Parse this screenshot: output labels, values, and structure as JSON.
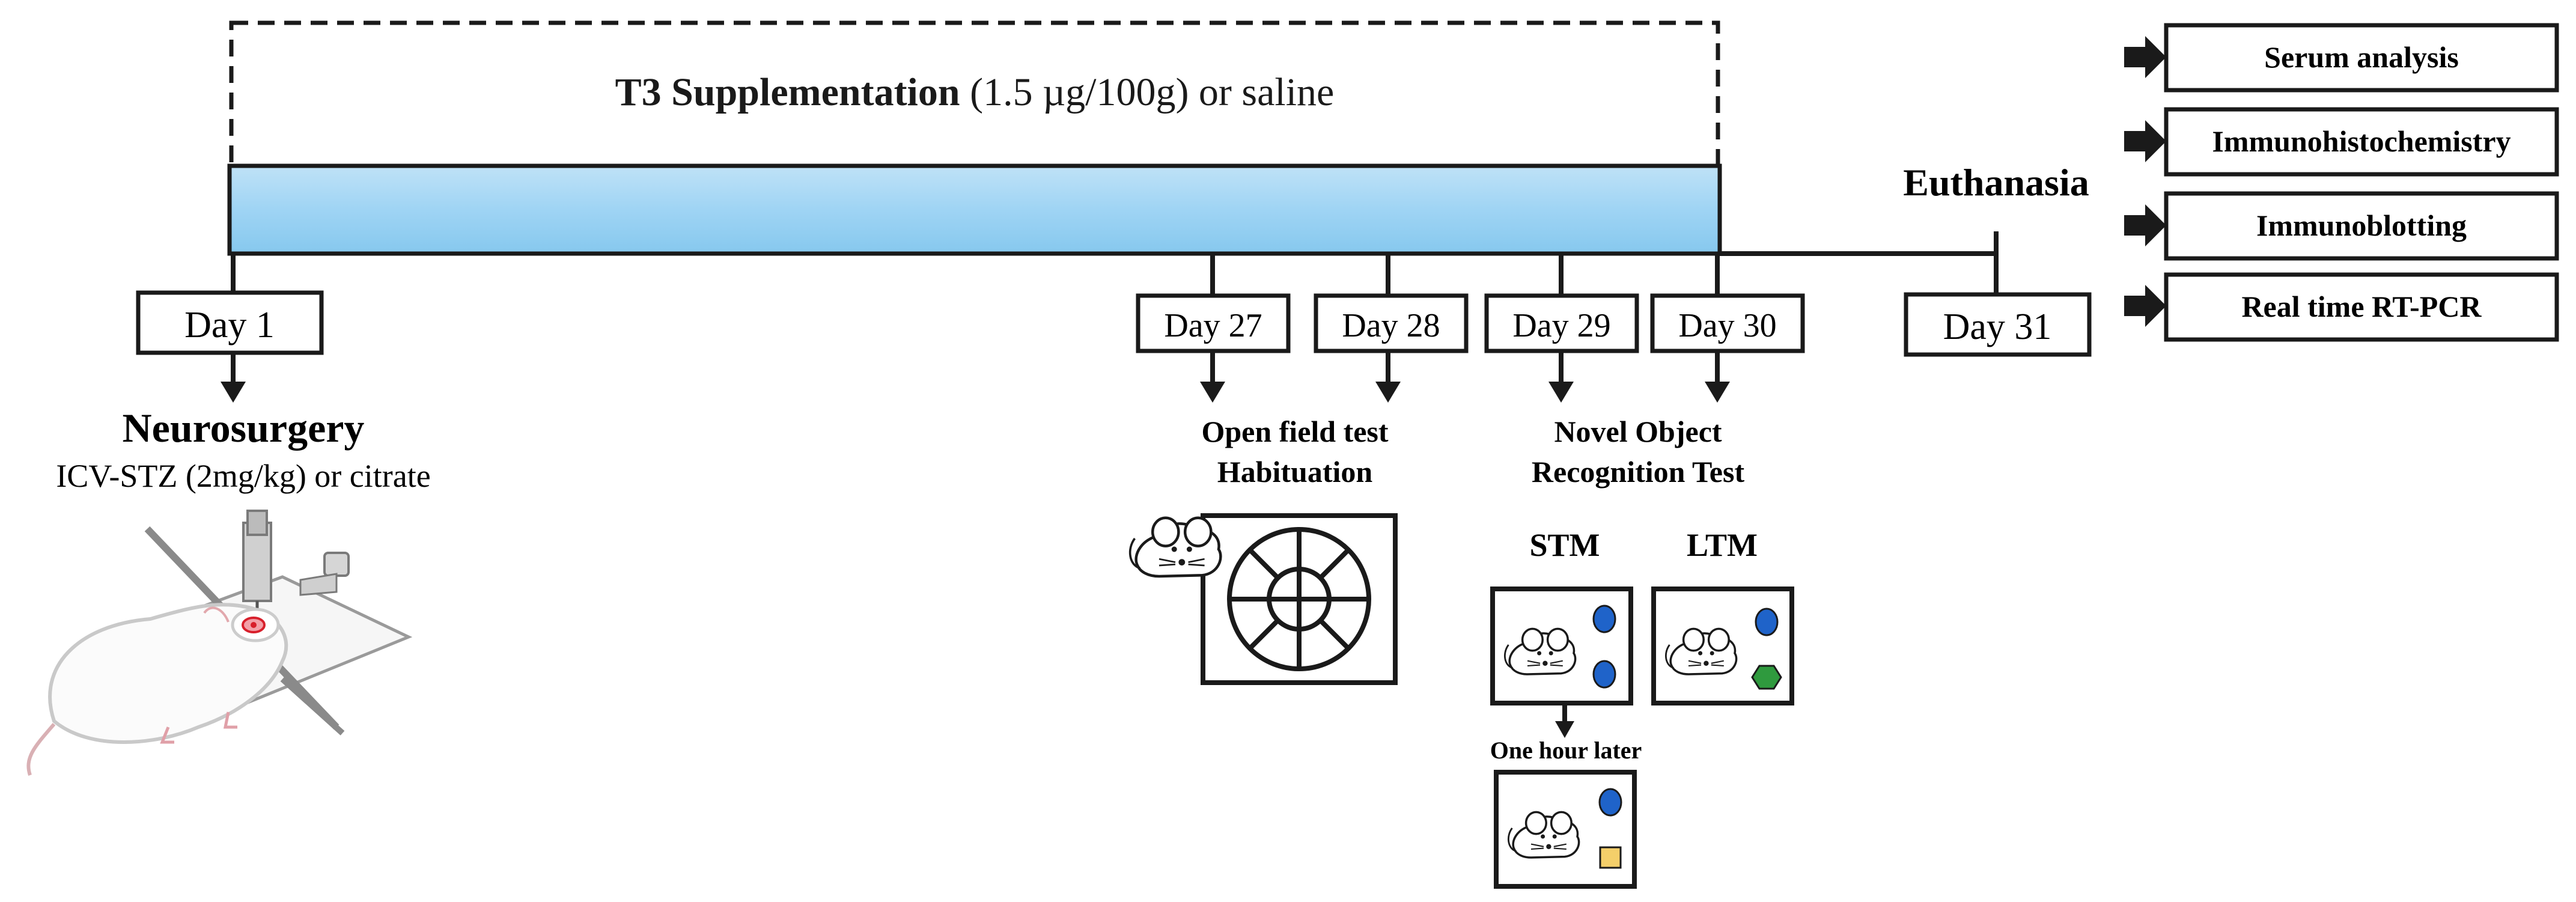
{
  "supplementation": {
    "label_bold": "T3 Supplementation",
    "label_rest": " (1.5 µg/100g) or saline"
  },
  "timeline": {
    "days": [
      "Day 1",
      "Day 27",
      "Day 28",
      "Day 29",
      "Day 30",
      "Day 31"
    ],
    "euthanasia": "Euthanasia"
  },
  "neurosurgery": {
    "title": "Neurosurgery",
    "detail": "ICV-STZ (2mg/kg) or citrate"
  },
  "open_field": {
    "line1": "Open field test",
    "line2": "Habituation"
  },
  "novel_object": {
    "line1": "Novel Object",
    "line2": "Recognition Test",
    "stm": "STM",
    "ltm": "LTM",
    "delay": "One hour later"
  },
  "analyses": [
    "Serum analysis",
    "Immunohistochemistry",
    "Immunoblotting",
    "Real time RT-PCR"
  ],
  "colors": {
    "bar_top": "#bfe2f7",
    "bar_bottom": "#86c8ee",
    "stroke": "#1a1a1a",
    "object_blue": "#1f63c9",
    "object_green": "#2f9a3e",
    "object_yellow": "#f4cf6a",
    "lesion_red": "#d81f2b"
  }
}
